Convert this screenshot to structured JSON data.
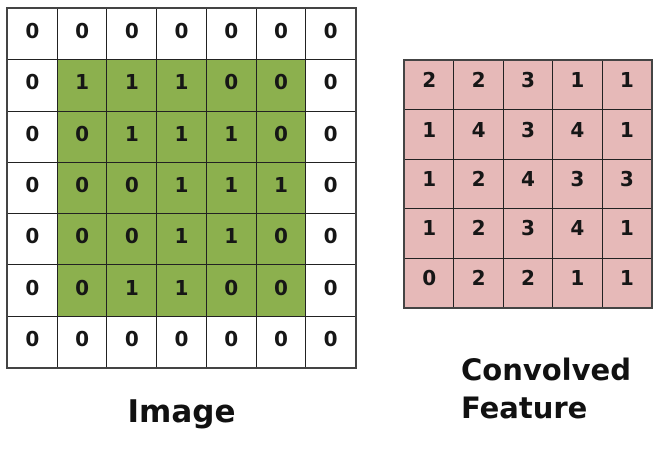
{
  "colors": {
    "image_highlight_green": "#8cb04e",
    "convolved_pink": "#e6b9b8",
    "inner_grid_line": "#222222",
    "outer_grid_border": "#444444",
    "number_text": "#161616"
  },
  "image_grid": {
    "label": "Image",
    "rows": 7,
    "cols": 7,
    "cells": [
      [
        0,
        0,
        0,
        0,
        0,
        0,
        0
      ],
      [
        0,
        1,
        1,
        1,
        0,
        0,
        0
      ],
      [
        0,
        0,
        1,
        1,
        1,
        0,
        0
      ],
      [
        0,
        0,
        0,
        1,
        1,
        1,
        0
      ],
      [
        0,
        0,
        0,
        1,
        1,
        0,
        0
      ],
      [
        0,
        0,
        1,
        1,
        0,
        0,
        0
      ],
      [
        0,
        0,
        0,
        0,
        0,
        0,
        0
      ]
    ],
    "highlight": {
      "row_start": 1,
      "row_end": 5,
      "col_start": 1,
      "col_end": 5
    }
  },
  "convolved_grid": {
    "label_line1": "Convolved",
    "label_line2": "Feature",
    "rows": 5,
    "cols": 5,
    "cells": [
      [
        2,
        2,
        3,
        1,
        1
      ],
      [
        1,
        4,
        3,
        4,
        1
      ],
      [
        1,
        2,
        4,
        3,
        3
      ],
      [
        1,
        2,
        3,
        4,
        1
      ],
      [
        0,
        2,
        2,
        1,
        1
      ]
    ]
  }
}
